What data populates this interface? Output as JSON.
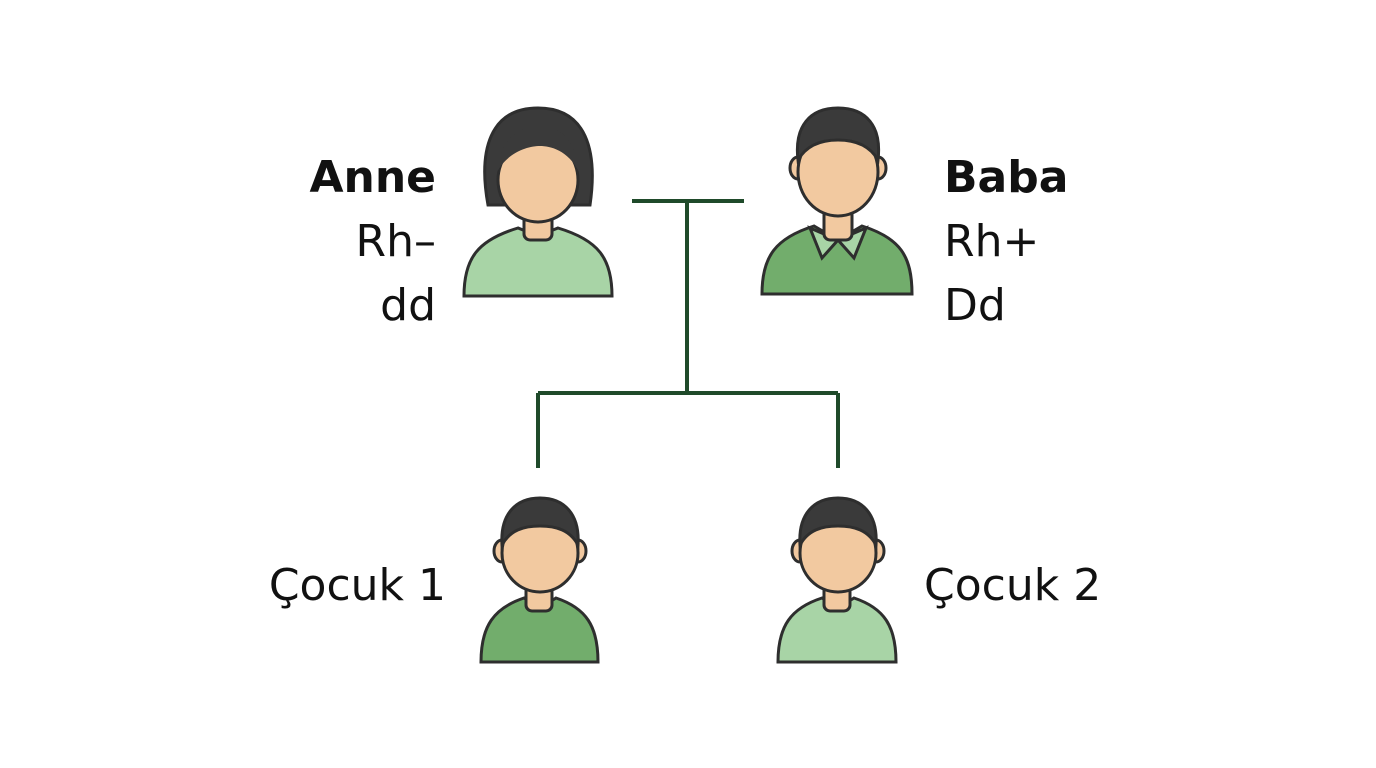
{
  "mother": {
    "name": "Anne",
    "rh": "Rh–",
    "genotype": "dd",
    "shirt_color": "#a8d4a6"
  },
  "father": {
    "name": "Baba",
    "rh": "Rh+",
    "genotype": "Dd",
    "shirt_color": "#72ad6c"
  },
  "children": [
    {
      "name": "Çocuk 1",
      "shirt_color": "#72ad6c"
    },
    {
      "name": "Çocuk 2",
      "shirt_color": "#a8d4a6"
    }
  ],
  "colors": {
    "line": "#1f4a2a",
    "skin": "#f2c9a0",
    "hair": "#3a3a3a",
    "outline": "#2e2e2e",
    "collar": "#a8d4a6"
  }
}
